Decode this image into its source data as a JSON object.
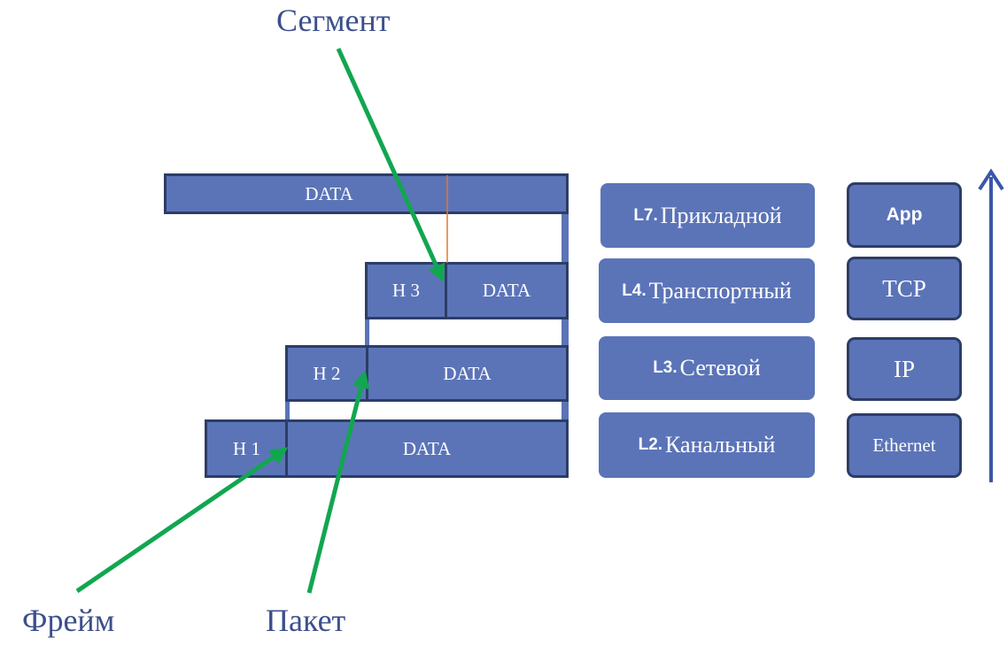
{
  "stack": {
    "data_label": "DATA",
    "headers": [
      "H 3",
      "H 2",
      "H 1"
    ]
  },
  "layers": [
    {
      "code": "L7.",
      "name": "Прикладной"
    },
    {
      "code": "L4.",
      "name": "Транспортный"
    },
    {
      "code": "L3.",
      "name": "Сетевой"
    },
    {
      "code": "L2.",
      "name": "Канальный"
    }
  ],
  "protocols": [
    "App",
    "TCP",
    "IP",
    "Ethernet"
  ],
  "labels": {
    "segment": "Сегмент",
    "frame": "Фрейм",
    "packet": "Пакет"
  },
  "colors": {
    "block": "#5b74b8",
    "border": "#2c3d66",
    "arrow_green": "#12a650",
    "label_text": "#3c4f8c",
    "accent_line": "#e07a2a"
  }
}
